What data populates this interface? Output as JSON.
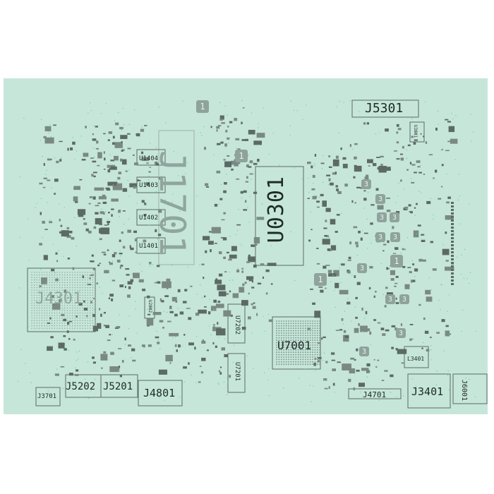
{
  "board": {
    "background": "#c6e6da",
    "component_color": "#5c6a66",
    "dot_color": "#6fd0a0",
    "ghost_color": "#8fa59e",
    "text_color": "#1f2a27"
  },
  "labels": {
    "u0301": "U0301",
    "u7001": "U7001",
    "j5301": "J5301",
    "j1701": "J1701",
    "j4301": "J4301",
    "j5202": "J5202",
    "j5201": "J5201",
    "j4801": "J4801",
    "j3701": "J3701",
    "j4701": "J4701",
    "j3401": "J3401",
    "j6001": "J6001",
    "l3401": "L3401",
    "u7202": "U7202",
    "u7201": "U7201",
    "u1404": "U1404",
    "u1403": "U1403",
    "u1402": "U1402",
    "u1401": "U1401",
    "u2802": "U2802",
    "u3801": "U3801"
  },
  "pin1_markers": [
    "1",
    "1",
    "1",
    "1"
  ],
  "numbered_markers": [
    "3",
    "3",
    "3",
    "3",
    "3",
    "3",
    "3",
    "3",
    "3",
    "3",
    "3"
  ]
}
